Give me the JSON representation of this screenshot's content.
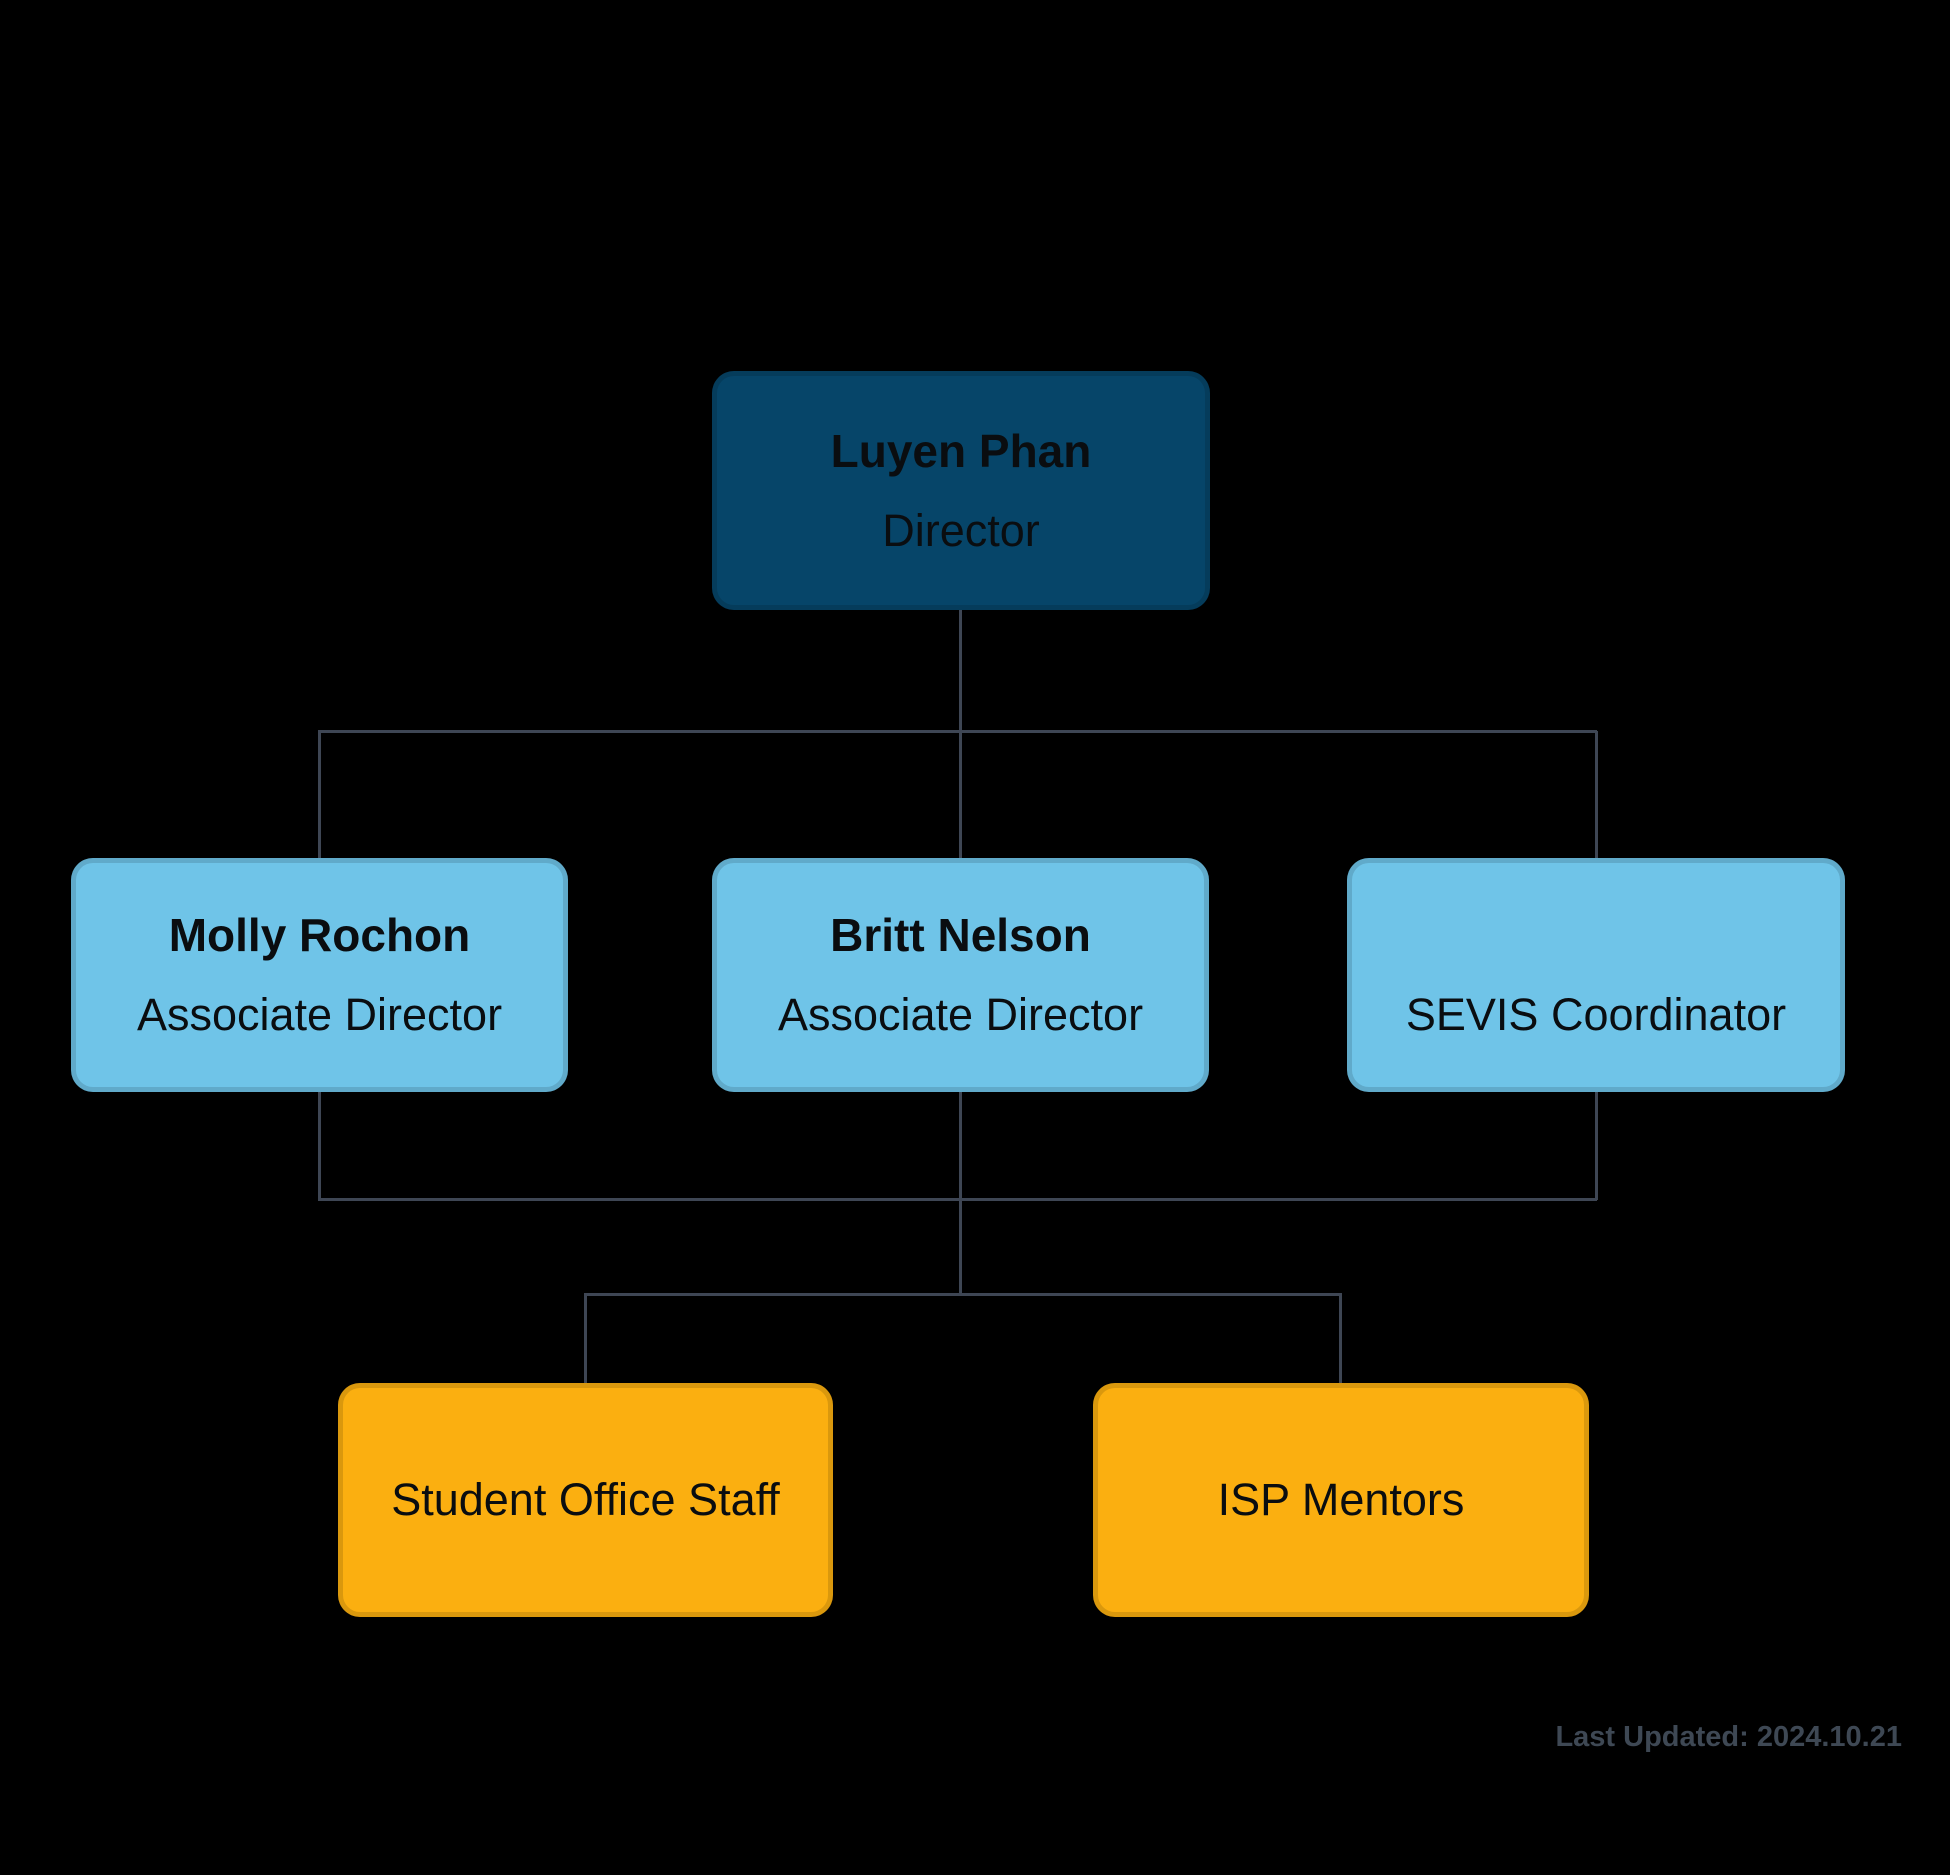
{
  "chart": {
    "type": "org-chart",
    "nodes": {
      "director": {
        "name": "Luyen Phan",
        "title": "Director"
      },
      "molly": {
        "name": "Molly Rochon",
        "title": "Associate Director"
      },
      "britt": {
        "name": "Britt Nelson",
        "title": "Associate Director"
      },
      "sevis": {
        "name": "",
        "title": "SEVIS Coordinator"
      },
      "staff": {
        "label": "Student Office Staff"
      },
      "mentors": {
        "label": "ISP Mentors"
      }
    },
    "edges": [
      {
        "from": "director",
        "to": [
          "molly",
          "britt",
          "sevis"
        ]
      },
      {
        "from": [
          "molly",
          "britt",
          "sevis"
        ],
        "to": [
          "staff",
          "mentors"
        ]
      }
    ],
    "colors": {
      "background": "#000000",
      "node_director_bg": "#064569",
      "node_associate_bg": "#6FC4E8",
      "node_team_bg": "#FBAF10",
      "text": "#0A0D10",
      "connector": "#3E4654",
      "footer_text": "#3E4854"
    },
    "footer": {
      "last_updated": "Last Updated: 2024.10.21"
    }
  }
}
